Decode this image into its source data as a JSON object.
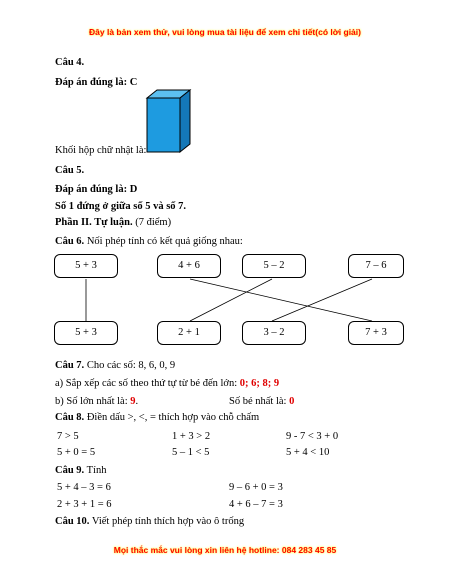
{
  "header_notice": "Đây là bản xem thử, vui lòng mua tài liệu để xem chi tiết(có lời giải)",
  "footer_notice": "Mọi thắc mắc vui lòng xin liên hệ hotline: 084 283 45 85",
  "q4": {
    "title": "Câu 4.",
    "answer": "Đáp án đúng là: C",
    "shape_caption": "Khối hộp chữ nhật là:"
  },
  "q5": {
    "title": "Câu 5.",
    "answer": "Đáp án đúng là: D",
    "explanation": "Số 1 đứng ở giữa số 5 và số 7."
  },
  "part2": {
    "title": "Phần II. Tự luận.",
    "points": "(7 điểm)"
  },
  "q6": {
    "title": "Câu 6.",
    "text": "Nối phép tính có kết quả giống nhau:",
    "top_boxes": [
      "5 + 3",
      "4 + 6",
      "5 – 2",
      "7 – 6"
    ],
    "bottom_boxes": [
      "5 + 3",
      "2 + 1",
      "3 – 2",
      "7 + 3"
    ]
  },
  "q7": {
    "title": "Câu 7.",
    "text": "Cho các số: 8, 6, 0, 9",
    "a_label": "a) Sắp xếp các số theo thứ tự từ bé đến lớn:",
    "a_answer": "0; 6; 8; 9",
    "b_label": "b) Số lớn nhất là:",
    "b_answer": "9",
    "b_end": ".",
    "c_label": "Số bé nhất là:",
    "c_answer": "0"
  },
  "q8": {
    "title": "Câu 8.",
    "text": "Điền dấu >, <, = thích hợp vào chỗ chấm",
    "rows": [
      [
        "7 > 5",
        "1 + 3 > 2",
        "9 - 7 < 3 + 0"
      ],
      [
        "5 + 0 = 5",
        "5 – 1 < 5",
        "5 + 4 < 10"
      ]
    ]
  },
  "q9": {
    "title": "Câu 9.",
    "text": "Tính",
    "rows": [
      [
        "5 + 4 – 3 = 6",
        "9 – 6 + 0 = 3"
      ],
      [
        "2 + 3 + 1 = 6",
        "4 + 6 – 7 = 3"
      ]
    ]
  },
  "q10": {
    "title": "Câu 10.",
    "text": "Viết phép tính thích hợp vào ô trống"
  },
  "colors": {
    "notice_red": "#ff0000",
    "answer_red": "#e00000",
    "box_front": "#1e9be0",
    "box_top": "#5cc0f0",
    "box_side": "#1478b8"
  }
}
